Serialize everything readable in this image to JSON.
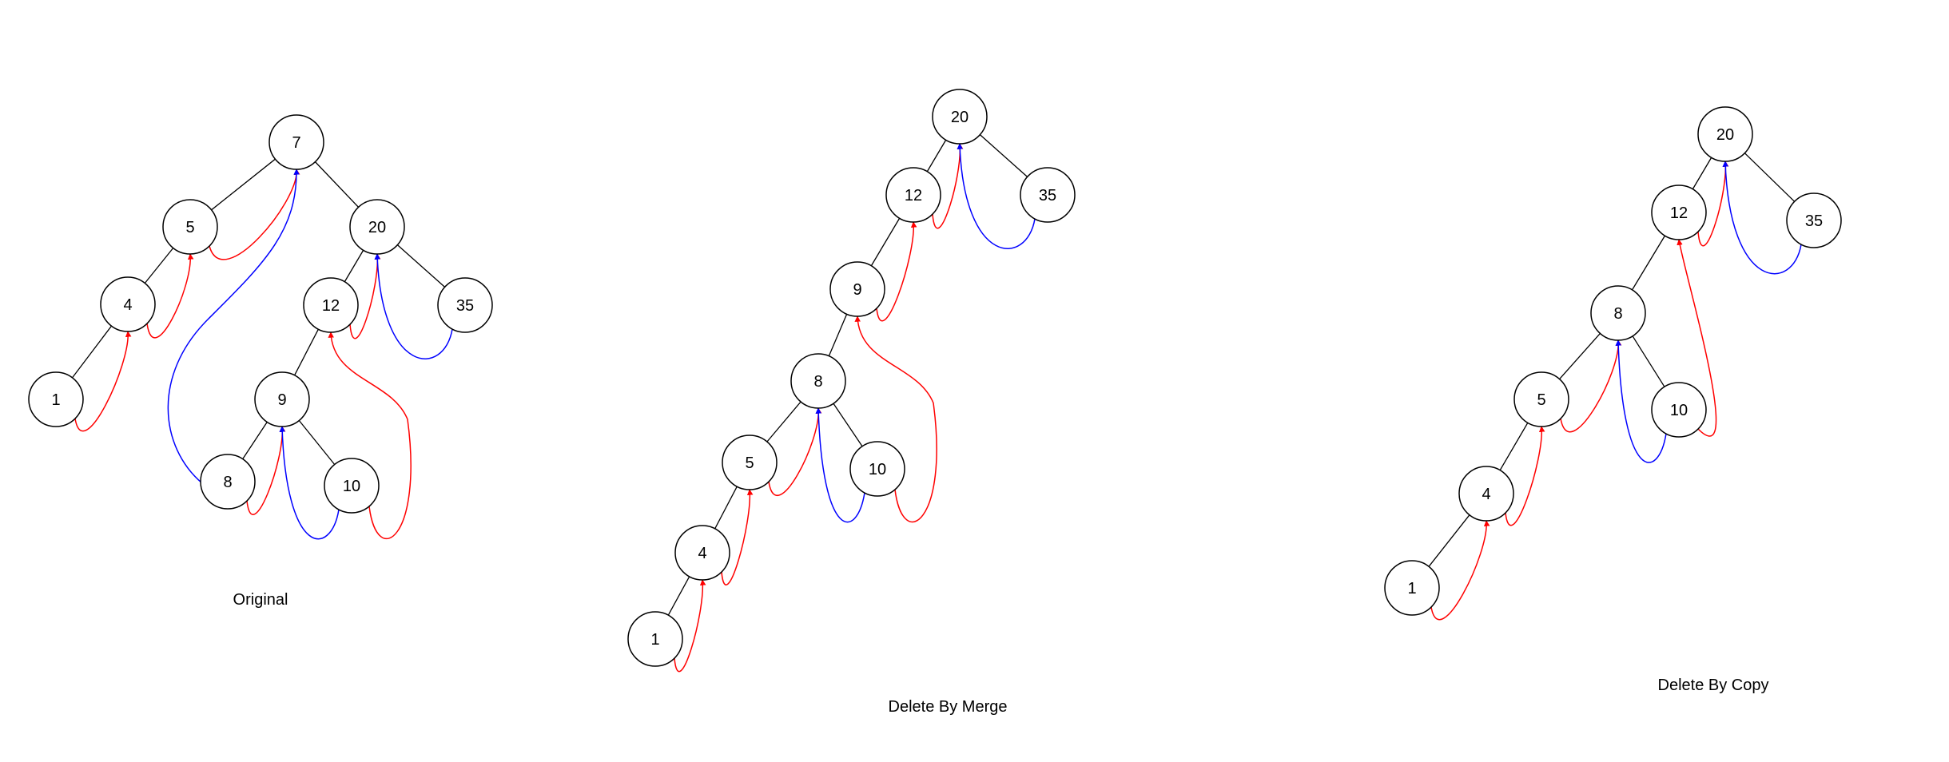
{
  "colors": {
    "node_stroke": "#000000",
    "edge": "#000000",
    "thread_red": "#ff0000",
    "thread_blue": "#0000ff"
  },
  "diagrams": [
    {
      "id": "original",
      "caption": "Original",
      "nodes": [
        {
          "id": "n7",
          "label": "7"
        },
        {
          "id": "n5",
          "label": "5"
        },
        {
          "id": "n20",
          "label": "20"
        },
        {
          "id": "n4",
          "label": "4"
        },
        {
          "id": "n12",
          "label": "12"
        },
        {
          "id": "n35",
          "label": "35"
        },
        {
          "id": "n1",
          "label": "1"
        },
        {
          "id": "n9",
          "label": "9"
        },
        {
          "id": "n8",
          "label": "8"
        },
        {
          "id": "n10",
          "label": "10"
        }
      ],
      "edges": [
        [
          "n7",
          "n5"
        ],
        [
          "n7",
          "n20"
        ],
        [
          "n5",
          "n4"
        ],
        [
          "n4",
          "n1"
        ],
        [
          "n20",
          "n12"
        ],
        [
          "n20",
          "n35"
        ],
        [
          "n12",
          "n9"
        ],
        [
          "n9",
          "n8"
        ],
        [
          "n9",
          "n10"
        ]
      ],
      "threads": [
        {
          "from": "n1",
          "to": "n4",
          "color": "red"
        },
        {
          "from": "n4",
          "to": "n5",
          "color": "red"
        },
        {
          "from": "n5",
          "to": "n7",
          "color": "red"
        },
        {
          "from": "n8",
          "to": "n7",
          "color": "blue"
        },
        {
          "from": "n8",
          "to": "n9",
          "color": "red"
        },
        {
          "from": "n10",
          "to": "n9",
          "color": "blue"
        },
        {
          "from": "n10",
          "to": "n12",
          "color": "red"
        },
        {
          "from": "n12",
          "to": "n20",
          "color": "red"
        },
        {
          "from": "n35",
          "to": "n20",
          "color": "blue"
        }
      ]
    },
    {
      "id": "delete-by-merge",
      "caption": "Delete By Merge",
      "nodes": [
        {
          "id": "n20",
          "label": "20"
        },
        {
          "id": "n12",
          "label": "12"
        },
        {
          "id": "n35",
          "label": "35"
        },
        {
          "id": "n9",
          "label": "9"
        },
        {
          "id": "n8",
          "label": "8"
        },
        {
          "id": "n5",
          "label": "5"
        },
        {
          "id": "n10",
          "label": "10"
        },
        {
          "id": "n4",
          "label": "4"
        },
        {
          "id": "n1",
          "label": "1"
        }
      ],
      "edges": [
        [
          "n20",
          "n12"
        ],
        [
          "n20",
          "n35"
        ],
        [
          "n12",
          "n9"
        ],
        [
          "n9",
          "n8"
        ],
        [
          "n8",
          "n5"
        ],
        [
          "n8",
          "n10"
        ],
        [
          "n5",
          "n4"
        ],
        [
          "n4",
          "n1"
        ]
      ],
      "threads": [
        {
          "from": "n1",
          "to": "n4",
          "color": "red"
        },
        {
          "from": "n4",
          "to": "n5",
          "color": "red"
        },
        {
          "from": "n5",
          "to": "n8",
          "color": "red"
        },
        {
          "from": "n10",
          "to": "n8",
          "color": "blue"
        },
        {
          "from": "n10",
          "to": "n9",
          "color": "red"
        },
        {
          "from": "n9",
          "to": "n12",
          "color": "red"
        },
        {
          "from": "n12",
          "to": "n20",
          "color": "red"
        },
        {
          "from": "n35",
          "to": "n20",
          "color": "blue"
        }
      ]
    },
    {
      "id": "delete-by-copy",
      "caption": "Delete By Copy",
      "nodes": [
        {
          "id": "n20",
          "label": "20"
        },
        {
          "id": "n12",
          "label": "12"
        },
        {
          "id": "n35",
          "label": "35"
        },
        {
          "id": "n8",
          "label": "8"
        },
        {
          "id": "n5",
          "label": "5"
        },
        {
          "id": "n10",
          "label": "10"
        },
        {
          "id": "n4",
          "label": "4"
        },
        {
          "id": "n1",
          "label": "1"
        }
      ],
      "edges": [
        [
          "n20",
          "n12"
        ],
        [
          "n20",
          "n35"
        ],
        [
          "n12",
          "n8"
        ],
        [
          "n8",
          "n5"
        ],
        [
          "n8",
          "n10"
        ],
        [
          "n5",
          "n4"
        ],
        [
          "n4",
          "n1"
        ]
      ],
      "threads": [
        {
          "from": "n1",
          "to": "n4",
          "color": "red"
        },
        {
          "from": "n4",
          "to": "n5",
          "color": "red"
        },
        {
          "from": "n5",
          "to": "n8",
          "color": "red"
        },
        {
          "from": "n10",
          "to": "n8",
          "color": "blue"
        },
        {
          "from": "n10",
          "to": "n12",
          "color": "red"
        },
        {
          "from": "n12",
          "to": "n20",
          "color": "red"
        },
        {
          "from": "n35",
          "to": "n20",
          "color": "blue"
        }
      ]
    }
  ]
}
